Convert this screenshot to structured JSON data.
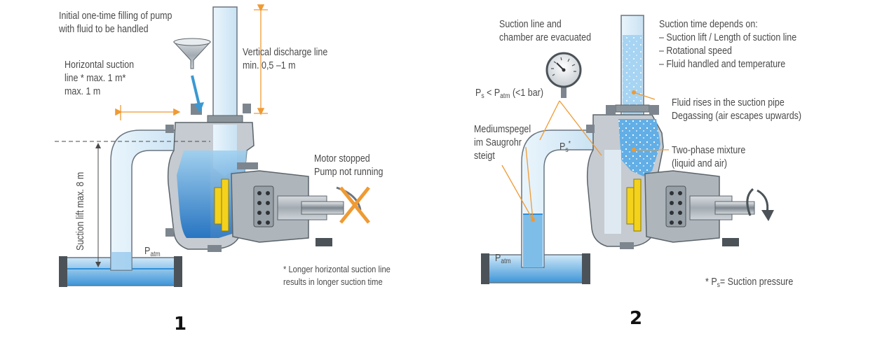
{
  "panel1": {
    "number": "1",
    "filling_note": [
      "Initial one-time filling of pump",
      "with fluid to be handled"
    ],
    "horizontal_suction": [
      "Horizontal suction",
      "line * max. 1 m*",
      "max. 1 m"
    ],
    "vertical_discharge": [
      "Vertical discharge line",
      "min. 0,5 –1 m"
    ],
    "suction_lift": "Suction lift  max. 8 m",
    "motor_status": [
      "Motor stopped",
      "Pump not running"
    ],
    "p_atm": {
      "base": "P",
      "sub": "atm"
    },
    "footnote": [
      "*  Longer horizontal suction line",
      "results in longer suction time"
    ]
  },
  "panel2": {
    "number": "2",
    "evacuated": [
      "Suction line and",
      "chamber are evacuated"
    ],
    "suction_time_title": "Suction time depends on:",
    "suction_time_items": [
      "– Suction lift / Length of suction line",
      "– Rotational speed",
      "– Fluid handled and temperature"
    ],
    "pressure_relation": {
      "ps": "P",
      "ps_sub": "s",
      "lt": " < P",
      "atm_sub": "atm",
      "rest": " (<1 bar)"
    },
    "mediumspegel": [
      "Mediumspegel",
      "im Saugrohr",
      "steigt"
    ],
    "ps_star": {
      "base": "P",
      "sub": "s",
      "sup": "*"
    },
    "fluid_rises": [
      "Fluid rises in the suction pipe",
      "Degassing (air escapes upwards)"
    ],
    "two_phase": [
      "Two-phase mixture",
      "(liquid and air)"
    ],
    "p_atm": {
      "base": "P",
      "sub": "atm"
    },
    "footnote": {
      "prefix": "* P",
      "sub": "s",
      "rest": "= Suction pressure"
    }
  },
  "colors": {
    "pipe_fill": "#d6ebf8",
    "pipe_outline": "#6a7580",
    "water": "#2f8fd8",
    "dimension_orange": "#ef9a33",
    "arrow_blue": "#3b98d2",
    "housing": "#b9c0c6",
    "impeller": "#f4d21c",
    "text": "#4a4a4a"
  }
}
